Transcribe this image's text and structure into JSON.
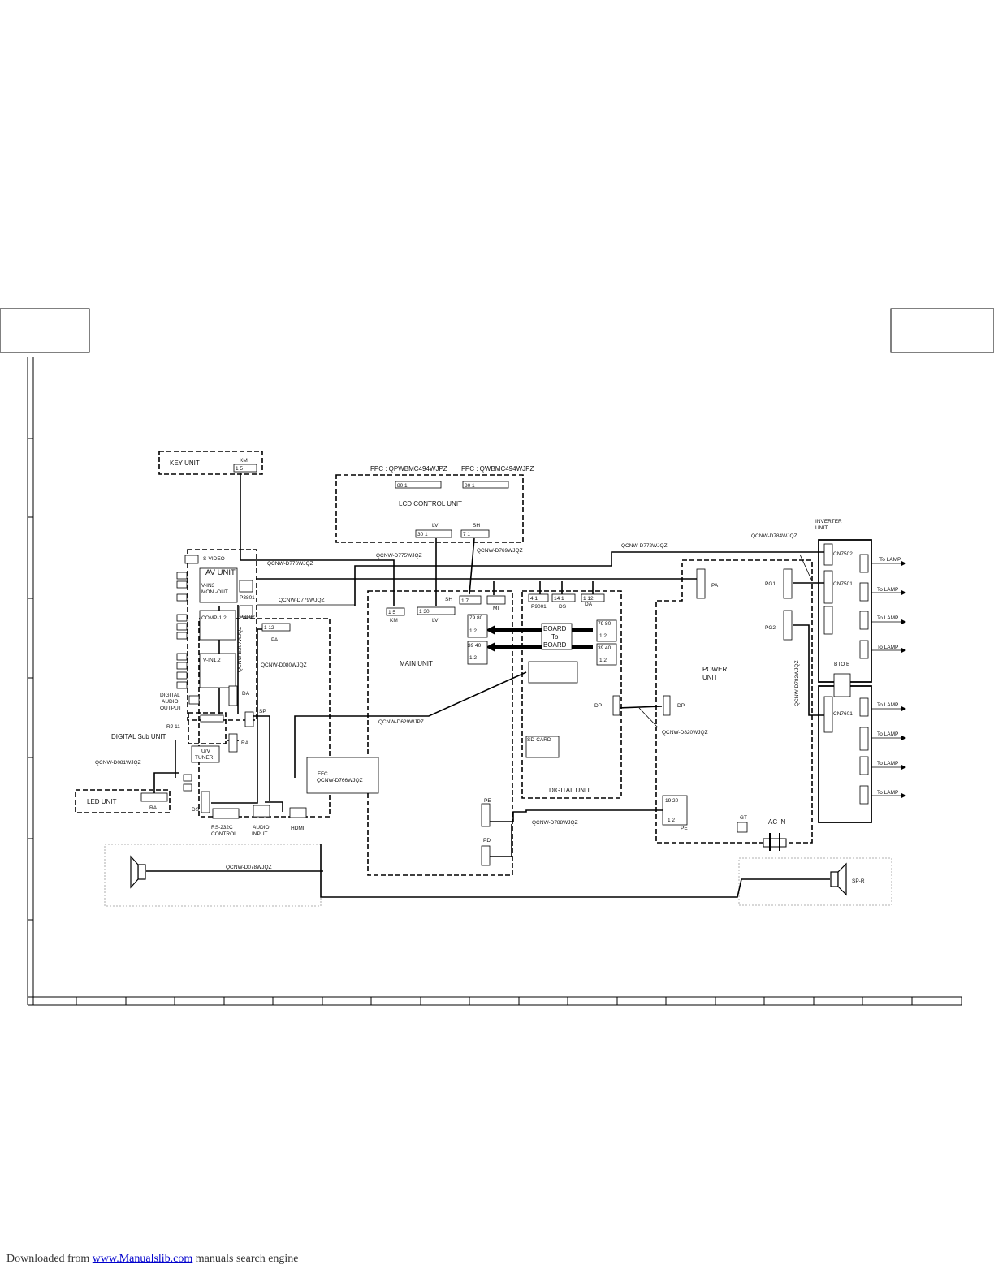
{
  "units": {
    "key": "KEY  UNIT",
    "lcd": "LCD  CONTROL  UNIT",
    "av": "AV  UNIT",
    "main": "MAIN  UNIT",
    "digital": "DIGITAL  UNIT",
    "power_line1": "POWER",
    "power_line2": "UNIT",
    "inverter_line1": "INVERTER",
    "inverter_line2": "UNIT",
    "digital_sub": "DIGITAL Sub  UNIT",
    "led": "LED  UNIT",
    "uv_tuner_line1": "U/V",
    "uv_tuner_line2": "TUNER",
    "sd_card": "SD-CARD",
    "board_line1": "BOARD",
    "board_line2": "To",
    "board_line3": "BOARD",
    "ffc": "FFC"
  },
  "fpc": [
    "FPC : QPWBMC494WJPZ",
    "FPC : QWBMC494WJPZ"
  ],
  "cables": {
    "d776": "QCNW-D776WJQZ",
    "d775": "QCNW-D775WJQZ",
    "d769": "QCNW-D769WJQZ",
    "d772": "QCNW-D772WJQZ",
    "d784": "QCNW-D784WJQZ",
    "d779": "QCNW-D779WJQZ",
    "e207": "QCNW-E207WJQZ",
    "d080": "QCNW-D080WJQZ",
    "d629": "QCNW-D629WJPZ",
    "d081": "QCNW-D081WJQZ",
    "d766": "QCNW-D766WJQZ",
    "d820": "QCNW-D820WJQZ",
    "d788": "QCNW-D788WJQZ",
    "d078": "QCNW-D078WJQZ",
    "d782": "QCNW-D782WJQZ"
  },
  "connectors": {
    "km": "KM",
    "lv": "LV",
    "sh": "SH",
    "mi": "MI",
    "p9001": "P9001",
    "ds": "DS",
    "da": "DA",
    "pa": "PA",
    "p3801": "P3801",
    "p3102": "P3102",
    "sp": "SP",
    "ra": "RA",
    "pd": "PD",
    "pe": "PE",
    "dp": "DP",
    "pg1": "PG1",
    "pg2": "PG2",
    "gt": "GT",
    "cn7502": "CN7502",
    "cn7501": "CN7501",
    "cn7601": "CN7601",
    "bto_b": "BTO B",
    "rj11": "RJ-11",
    "sp_r": "SP-R"
  },
  "pins": {
    "km": "1   5",
    "fpc1": "80                    1",
    "fpc2": "80                    1",
    "lv_lcd": "30             1",
    "sh_lcd": "7         1",
    "km_main": "1   5",
    "lv_main": "1              30",
    "sh_main": "1     7",
    "p9001": "4    1",
    "ds": "14    1",
    "da": "1    12",
    "pa_av": "1       12",
    "mb1": "79 80",
    "mb2": "39 40",
    "db1": "79 80",
    "db2": "39 40",
    "one_two": "1      2",
    "pe_pwr_top": "19  20",
    "pe_pwr_bot": "1    2"
  },
  "av_labels": {
    "svideo": "S-VIDEO",
    "vin3_1": "V-IN3",
    "vin3_2": "MON.-OUT",
    "comp": "COMP-1,2",
    "vin12": "V-IN1,2",
    "dao1": "DIGITAL",
    "dao2": "AUDIO",
    "dao3": "OUTPUT",
    "rs232_1": "RS-232C",
    "rs232_2": "CONTROL",
    "ain1": "AUDIO",
    "ain2": "INPUT",
    "hdmi": "HDMI"
  },
  "lamp_label": "To LAMP",
  "ac_in": "AC  IN",
  "footer": {
    "prefix": "Downloaded from ",
    "link": "www.Manualslib.com",
    "suffix": "  manuals search engine"
  }
}
